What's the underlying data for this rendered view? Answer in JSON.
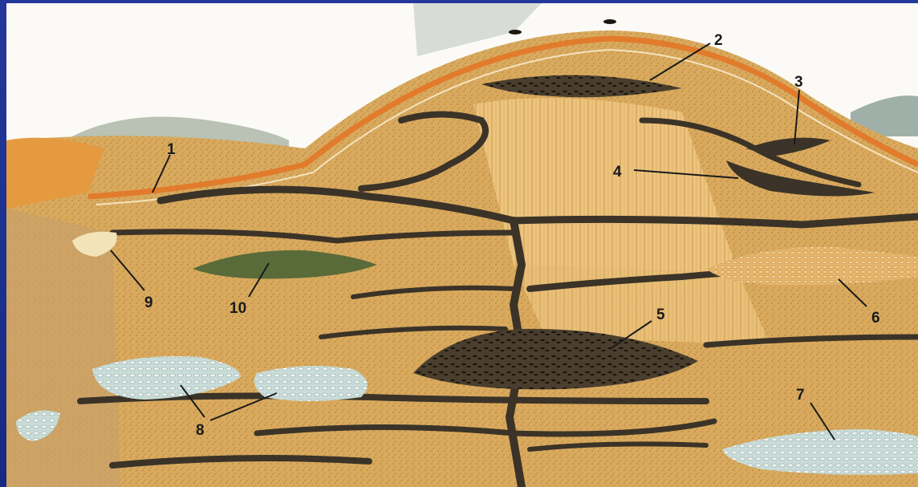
{
  "callouts": [
    {
      "id": "1",
      "label": "1"
    },
    {
      "id": "2",
      "label": "2"
    },
    {
      "id": "3",
      "label": "3"
    },
    {
      "id": "4",
      "label": "4"
    },
    {
      "id": "5",
      "label": "5"
    },
    {
      "id": "6",
      "label": "6"
    },
    {
      "id": "7",
      "label": "7"
    },
    {
      "id": "8",
      "label": "8"
    },
    {
      "id": "9",
      "label": "9"
    },
    {
      "id": "10",
      "label": "10"
    }
  ],
  "colors": {
    "frame": "#1b2f8e",
    "sky": "#ffffff",
    "soil": "#d9a85a",
    "crust": "#e07a30",
    "tunnel": "#3a3226",
    "chamber_fill": "#c8dde0",
    "wood": "#e8c07a"
  }
}
